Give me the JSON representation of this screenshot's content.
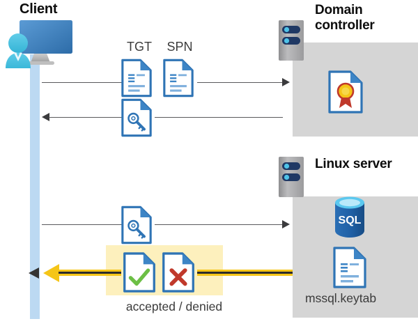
{
  "diagram": {
    "title": "Kerberos authentication flow between client, domain controller and Linux server",
    "colors": {
      "zone_gray": "#d5d5d5",
      "lifeline_blue": "#bcd9f2",
      "highlight_yellow": "#fdf0bd",
      "arrow_gold": "#f5c518",
      "arrow_gray": "#59595b",
      "doc_border_blue": "#2f74b5",
      "accent_blue": "#3d85c6",
      "seal_gold": "#f5c518",
      "ribbon_red": "#c0392b",
      "check_green": "#6cbf45",
      "cross_red": "#c0392b",
      "sql_blue": "#1b5fa8"
    }
  },
  "actors": {
    "client": {
      "label": "Client",
      "icon": "user-computer-icon"
    },
    "domain_controller": {
      "label": "Domain controller",
      "server_icon": "server-rack-icon",
      "contents": [
        {
          "icon": "certificate-icon",
          "label": ""
        }
      ]
    },
    "linux_server": {
      "label": "Linux server",
      "server_icon": "server-rack-icon",
      "contents": [
        {
          "icon": "sql-database-icon",
          "label": "SQL"
        },
        {
          "icon": "document-icon",
          "label": "mssql.keytab"
        }
      ]
    }
  },
  "messages": [
    {
      "id": "msg-1",
      "direction": "right",
      "from": "client",
      "to": "domain_controller",
      "tokens": [
        {
          "tag": "TGT",
          "icon": "document-lines-icon"
        },
        {
          "tag": "SPN",
          "icon": "document-lines-icon"
        }
      ],
      "style": "gray"
    },
    {
      "id": "msg-2",
      "direction": "left",
      "from": "domain_controller",
      "to": "client",
      "tokens": [
        {
          "tag": "",
          "icon": "document-key-icon"
        }
      ],
      "style": "gray"
    },
    {
      "id": "msg-3",
      "direction": "right",
      "from": "client",
      "to": "linux_server",
      "tokens": [
        {
          "tag": "",
          "icon": "document-key-icon"
        }
      ],
      "style": "gray"
    },
    {
      "id": "msg-4",
      "direction": "left",
      "from": "linux_server",
      "to": "client",
      "tokens": [
        {
          "tag": "",
          "icon": "document-check-icon"
        },
        {
          "tag": "",
          "icon": "document-cross-icon"
        }
      ],
      "style": "gold",
      "caption": "accepted / denied"
    }
  ],
  "labels": {
    "tgt": "TGT",
    "spn": "SPN",
    "accepted_denied": "accepted / denied",
    "keytab_file": "mssql.keytab",
    "sql_text": "SQL"
  }
}
